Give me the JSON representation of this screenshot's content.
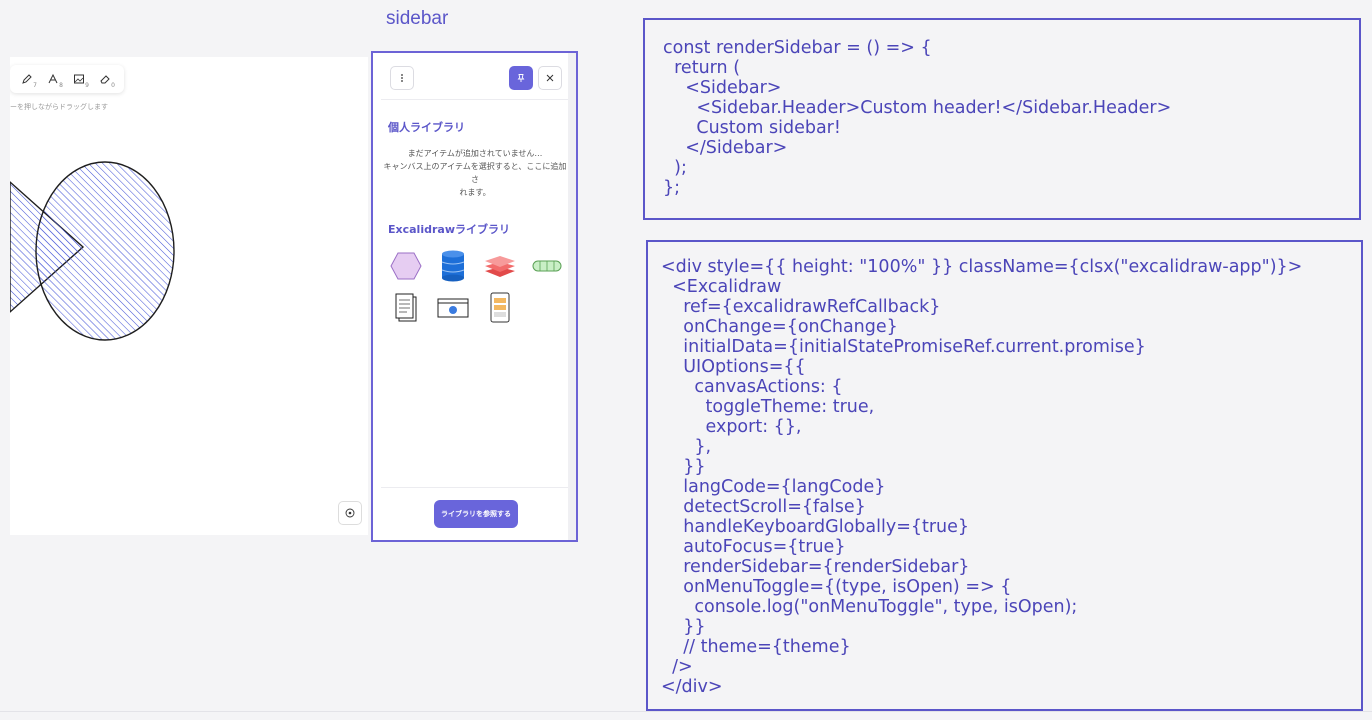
{
  "heading": "sidebar",
  "canvas": {
    "tools": [
      {
        "icon": "pencil-icon",
        "shortcut": "7"
      },
      {
        "icon": "text-icon",
        "shortcut": "8"
      },
      {
        "icon": "image-icon",
        "shortcut": "9"
      },
      {
        "icon": "eraser-icon",
        "shortcut": "0"
      }
    ],
    "hint": "ーを押しながらドラッグします",
    "help_icon": "help-icon"
  },
  "sidebar": {
    "personal_library_title": "個人ライブラリ",
    "empty_message_line1": "まだアイテムが追加されていません…",
    "empty_message_line2": "キャンバス上のアイテムを選択すると、ここに追加さ",
    "empty_message_line3": "れます。",
    "excalidraw_library_title": "Excalidrawライブラリ",
    "browse_button": "ライブラリを参照する"
  },
  "code_top": "const renderSidebar = () => {\n  return (\n    <Sidebar>\n      <Sidebar.Header>Custom header!</Sidebar.Header>\n      Custom sidebar!\n    </Sidebar>\n  );\n};",
  "code_bottom": "<div style={{ height: \"100%\" }} className={clsx(\"excalidraw-app\")}>\n  <Excalidraw\n    ref={excalidrawRefCallback}\n    onChange={onChange}\n    initialData={initialStatePromiseRef.current.promise}\n    UIOptions={{\n      canvasActions: {\n        toggleTheme: true,\n        export: {},\n      },\n    }}\n    langCode={langCode}\n    detectScroll={false}\n    handleKeyboardGlobally={true}\n    autoFocus={true}\n    renderSidebar={renderSidebar}\n    onMenuToggle={(type, isOpen) => {\n      console.log(\"onMenuToggle\", type, isOpen);\n    }}\n    // theme={theme}\n  />\n</div>",
  "colors": {
    "accent": "#6965db",
    "code": "#4b45b8"
  }
}
